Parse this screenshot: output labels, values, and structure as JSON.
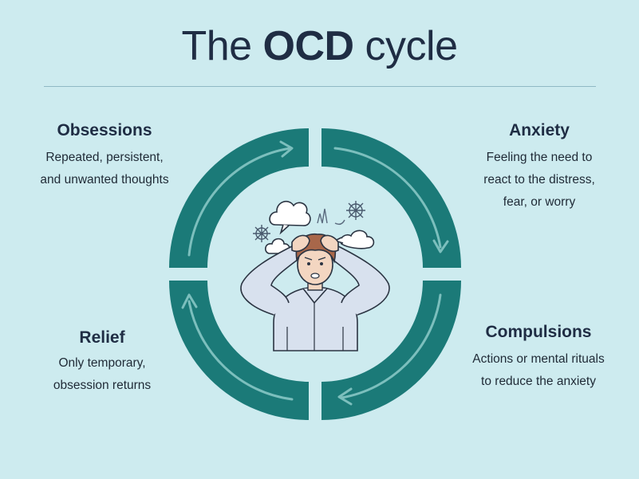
{
  "title": {
    "prefix": "The ",
    "bold": "OCD",
    "suffix": " cycle"
  },
  "colors": {
    "background": "#cdebef",
    "ring": "#1b7a78",
    "arrow": "#7cbfbd",
    "title": "#1f2d44"
  },
  "stages": {
    "obsessions": {
      "heading": "Obsessions",
      "line1": "Repeated, persistent,",
      "line2": "and unwanted thoughts"
    },
    "anxiety": {
      "heading": "Anxiety",
      "line1": "Feeling the need to",
      "line2": "react to the distress,",
      "line3": "fear, or worry"
    },
    "compulsions": {
      "heading": "Compulsions",
      "line1": "Actions or mental rituals",
      "line2": "to reduce the anxiety"
    },
    "relief": {
      "heading": "Relief",
      "line1": "Only temporary,",
      "line2": "obsession returns"
    }
  },
  "illustration": {
    "icon": "stressed-person-illustration"
  }
}
